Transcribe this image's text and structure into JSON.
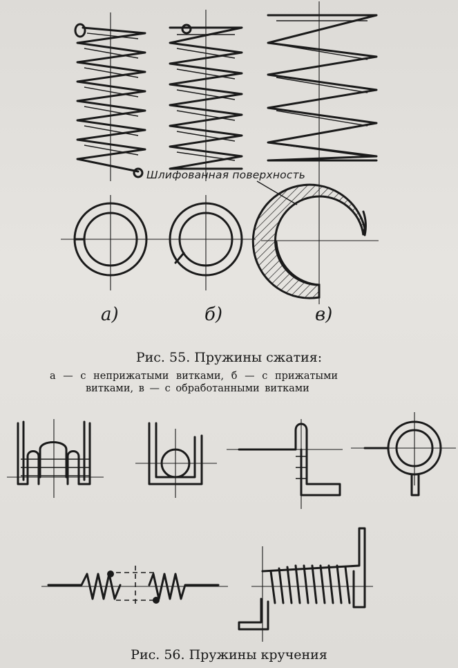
{
  "figure55": {
    "annotation": "Шлифованная поверхность",
    "sublabels": [
      "а)",
      "б)",
      "в)"
    ],
    "caption": "Рис. 55. Пружины сжатия:",
    "legend_line1": "а — с неприжатыми витками, б — с прижатыми",
    "legend_line2": "витками, в — с обработанными витками"
  },
  "figure56": {
    "caption": "Рис. 56. Пружины кручения"
  },
  "colors": {
    "ink": "#1a1a1a",
    "paper": "#e2e0dc"
  }
}
